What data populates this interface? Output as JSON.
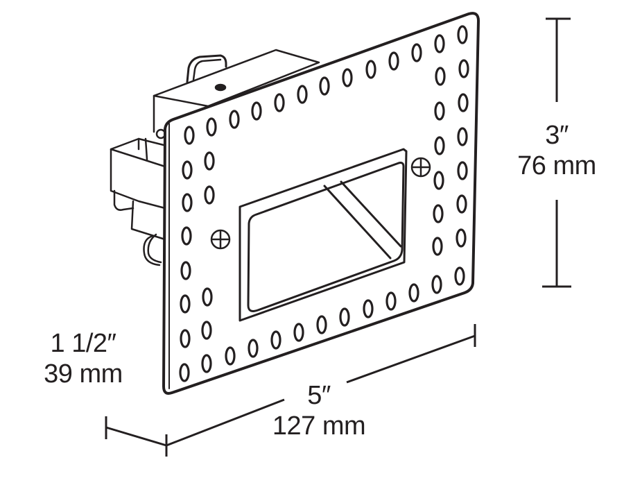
{
  "figure": {
    "subject": "recessed step light with trimless mounting plate",
    "line_color": "#231f20",
    "background": "#ffffff"
  },
  "dimensions": {
    "height": {
      "imperial": "3″",
      "metric": "76 mm"
    },
    "depth": {
      "imperial": "1 1/2″",
      "metric": "39 mm"
    },
    "width": {
      "imperial": "5″",
      "metric": "127 mm"
    }
  }
}
